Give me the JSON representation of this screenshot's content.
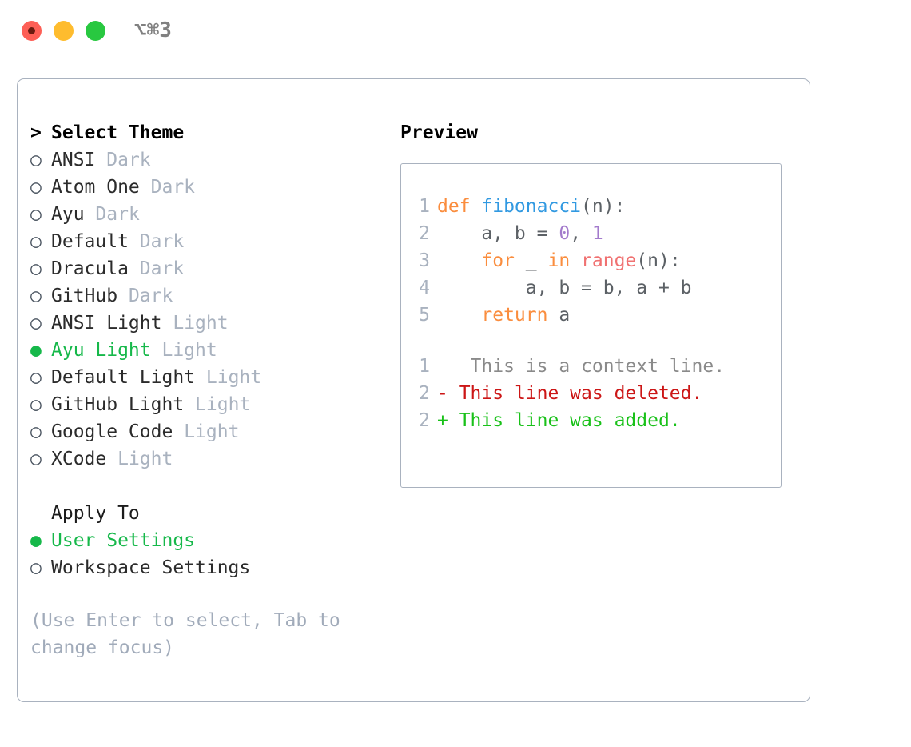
{
  "titlebar": {
    "shortcut": "⌥⌘3",
    "lights": [
      "close",
      "minimize",
      "maximize"
    ]
  },
  "left": {
    "heading": {
      "marker": ">",
      "label": "Select Theme"
    },
    "themes": [
      {
        "marker": "○",
        "name": "ANSI",
        "tag": "Dark",
        "selected": false
      },
      {
        "marker": "○",
        "name": "Atom One",
        "tag": "Dark",
        "selected": false
      },
      {
        "marker": "○",
        "name": "Ayu",
        "tag": "Dark",
        "selected": false
      },
      {
        "marker": "○",
        "name": "Default",
        "tag": "Dark",
        "selected": false
      },
      {
        "marker": "○",
        "name": "Dracula",
        "tag": "Dark",
        "selected": false
      },
      {
        "marker": "○",
        "name": "GitHub",
        "tag": "Dark",
        "selected": false
      },
      {
        "marker": "○",
        "name": "ANSI Light",
        "tag": "Light",
        "selected": false
      },
      {
        "marker": "●",
        "name": "Ayu Light",
        "tag": "Light",
        "selected": true
      },
      {
        "marker": "○",
        "name": "Default Light",
        "tag": "Light",
        "selected": false
      },
      {
        "marker": "○",
        "name": "GitHub Light",
        "tag": "Light",
        "selected": false
      },
      {
        "marker": "○",
        "name": "Google Code",
        "tag": "Light",
        "selected": false
      },
      {
        "marker": "○",
        "name": "XCode",
        "tag": "Light",
        "selected": false
      }
    ],
    "apply_to": {
      "heading": "Apply To",
      "options": [
        {
          "marker": "●",
          "name": "User Settings",
          "selected": true
        },
        {
          "marker": "○",
          "name": "Workspace Settings",
          "selected": false
        }
      ]
    },
    "hint": "(Use Enter to select, Tab to change focus)"
  },
  "right": {
    "heading": "Preview",
    "code_lines": [
      {
        "no": "1",
        "tokens": [
          {
            "t": "def ",
            "c": "kw"
          },
          {
            "t": "fibonacci",
            "c": "fn"
          },
          {
            "t": "(n):",
            "c": "punc"
          }
        ]
      },
      {
        "no": "2",
        "tokens": [
          {
            "t": "    a, b = ",
            "c": "plain"
          },
          {
            "t": "0",
            "c": "num"
          },
          {
            "t": ", ",
            "c": "plain"
          },
          {
            "t": "1",
            "c": "num"
          }
        ]
      },
      {
        "no": "3",
        "tokens": [
          {
            "t": "    for",
            "c": "kw"
          },
          {
            "t": " _ ",
            "c": "plain"
          },
          {
            "t": "in",
            "c": "kw"
          },
          {
            "t": " ",
            "c": "plain"
          },
          {
            "t": "range",
            "c": "bi"
          },
          {
            "t": "(n):",
            "c": "punc"
          }
        ]
      },
      {
        "no": "4",
        "tokens": [
          {
            "t": "        a, b = b, a + b",
            "c": "plain"
          }
        ]
      },
      {
        "no": "5",
        "tokens": [
          {
            "t": "    return",
            "c": "kw"
          },
          {
            "t": " a",
            "c": "plain"
          }
        ]
      }
    ],
    "diff_lines": [
      {
        "no": "1",
        "sign": " ",
        "text": "  This is a context line.",
        "kind": "ctx"
      },
      {
        "no": "2",
        "sign": "-",
        "text": " This line was deleted.",
        "kind": "del"
      },
      {
        "no": "2",
        "sign": "+",
        "text": " This line was added.",
        "kind": "add"
      }
    ]
  },
  "colors": {
    "accent_green": "#16b84a",
    "muted": "#a9b2bf",
    "border": "#a9b2bf",
    "keyword": "#fa8d3e",
    "function": "#3199e1",
    "number": "#a37acc",
    "builtin": "#f07171",
    "diff_delete": "#cc1616",
    "diff_add": "#19c119",
    "light_red": "#fd5f56",
    "light_yellow": "#febc2e",
    "light_green": "#28c840"
  }
}
